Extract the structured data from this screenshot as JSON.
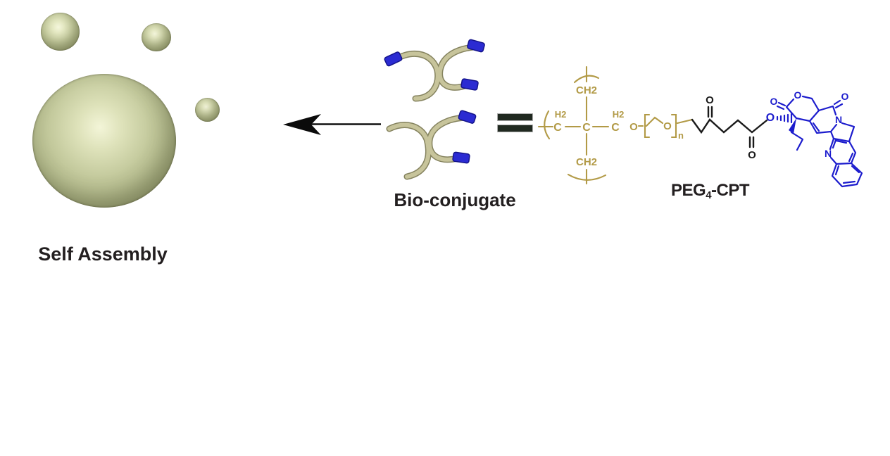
{
  "figure_labels": {
    "self_assembly": "Self Assembly",
    "bio_conjugate": "Bio-conjugate",
    "peg_cpt": {
      "peg": "PEG",
      "subscript": "4",
      "cpt": "-CPT"
    }
  },
  "chem_structure": {
    "peg_core_color": "#b29a46",
    "cpt_color": "#1c1ccd",
    "chain_color": "#1a1a1a",
    "labels": {
      "ch2": "CH2",
      "carbon": "C",
      "h2": "H2",
      "oxygen": "O",
      "repeat_subscript": "n",
      "nitrogen": "N"
    }
  },
  "nanoparticles": {
    "large_count": 1,
    "small_count": 3,
    "base_color": "#a9b080",
    "highlight_color": "#f5f7dd"
  },
  "conjugate_molecules": {
    "count": 2,
    "arm_color": "#c7c49b",
    "cap_color": "#2b2bd2"
  },
  "icons": {
    "arrow": "left-arrow",
    "equivalence": "equals-sign"
  }
}
